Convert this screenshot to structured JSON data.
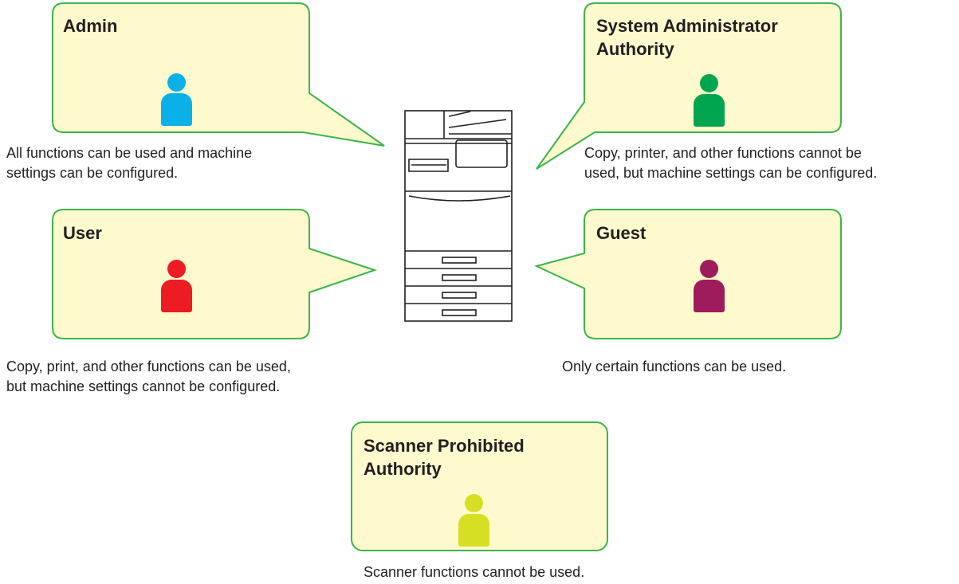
{
  "roles": [
    {
      "id": "admin",
      "title": "Admin",
      "person_color": "#0ab0e8",
      "description": [
        "All functions can be used and machine",
        "settings can be configured."
      ]
    },
    {
      "id": "system-administrator",
      "title": [
        "System Administrator",
        "Authority"
      ],
      "person_color": "#00a54f",
      "description": [
        "Copy, printer, and other functions cannot be",
        "used, but machine settings can be configured."
      ]
    },
    {
      "id": "user",
      "title": "User",
      "person_color": "#ed1c24",
      "description": [
        "Copy, print, and other functions can be used,",
        "but machine settings cannot be configured."
      ]
    },
    {
      "id": "guest",
      "title": "Guest",
      "person_color": "#9e1b5c",
      "description": [
        "Only certain functions can be used."
      ]
    },
    {
      "id": "scanner-prohibited",
      "title": [
        "Scanner Prohibited",
        "Authority"
      ],
      "person_color": "#d7df23",
      "description": [
        "Scanner functions cannot be used."
      ]
    }
  ],
  "colors": {
    "bubble_fill": "#fffacd",
    "bubble_stroke": "#3cb44a"
  }
}
